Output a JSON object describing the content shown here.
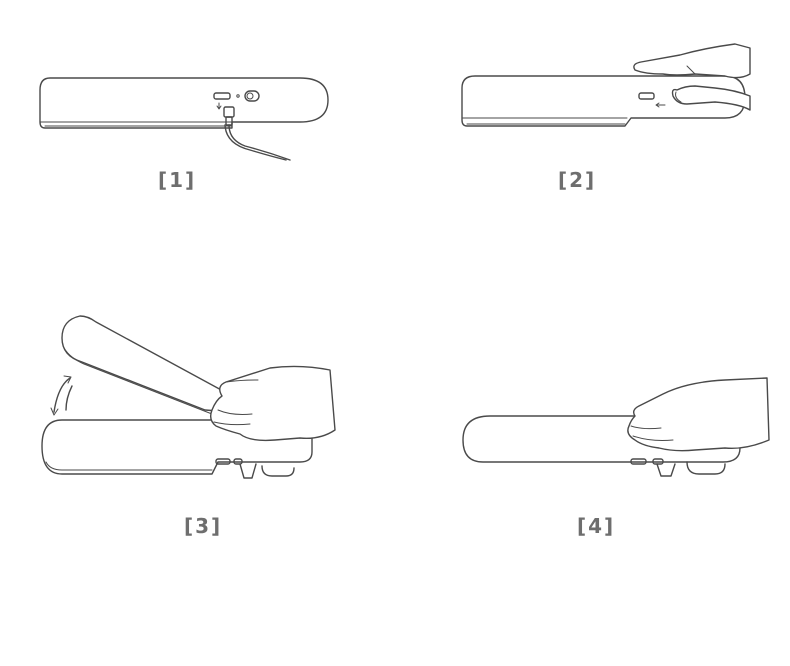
{
  "steps": [
    {
      "label": "[1]"
    },
    {
      "label": "[2]"
    },
    {
      "label": "[3]"
    },
    {
      "label": "[4]"
    }
  ],
  "icons": {
    "step1": "charging-cable-plug",
    "step2": "hand-press-button",
    "step3": "hand-rotate-device",
    "step4": "hand-hold-device"
  }
}
